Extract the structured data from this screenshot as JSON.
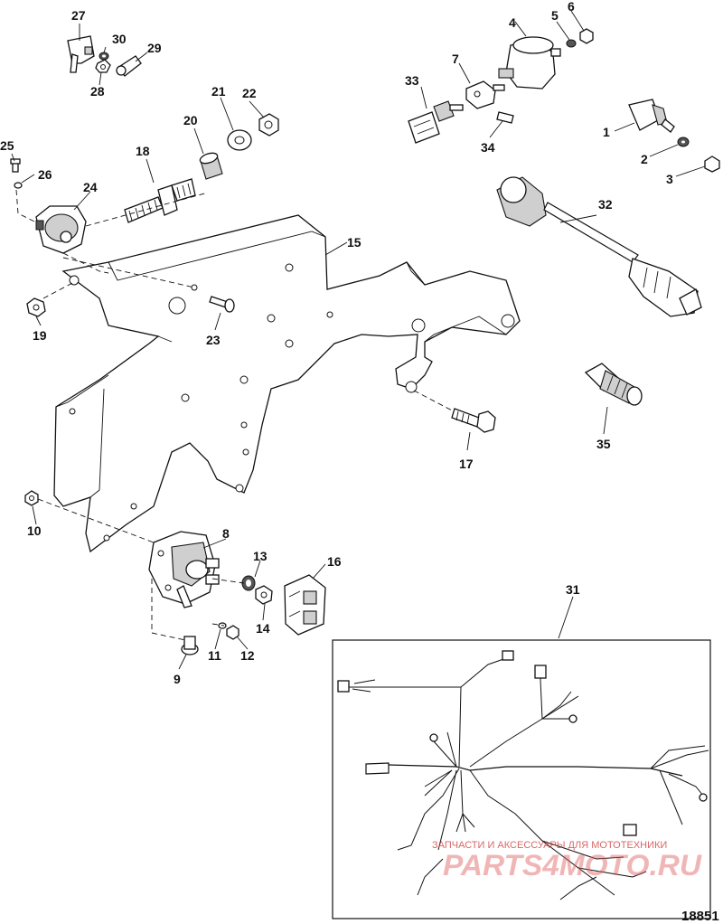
{
  "figure_number": "18851",
  "callouts": {
    "p1": "1",
    "p2": "2",
    "p3": "3",
    "p4": "4",
    "p5": "5",
    "p6": "6",
    "p7": "7",
    "p8": "8",
    "p9": "9",
    "p10": "10",
    "p11": "11",
    "p12": "12",
    "p13": "13",
    "p14": "14",
    "p15": "15",
    "p16": "16",
    "p17": "17",
    "p18": "18",
    "p19": "19",
    "p20": "20",
    "p21": "21",
    "p22": "22",
    "p23": "23",
    "p24": "24",
    "p25": "25",
    "p26": "26",
    "p27": "27",
    "p28": "28",
    "p29": "29",
    "p30": "30",
    "p31": "31",
    "p32": "32",
    "p33": "33",
    "p34": "34",
    "p35": "35"
  },
  "watermark": {
    "tagline": "ЗАПЧАСТИ И АКСЕССУАРЫ ДЛЯ МОТОТЕХНИКИ",
    "brand": "PARTS4MOTO.RU"
  }
}
